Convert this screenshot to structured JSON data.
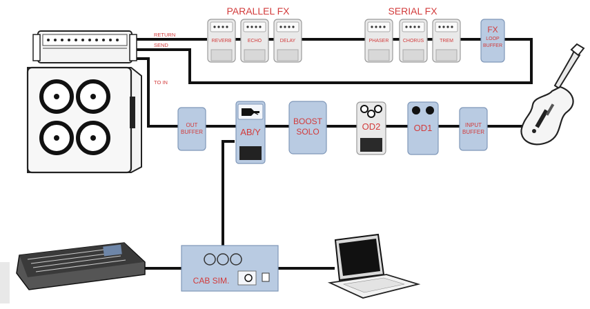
{
  "groups": {
    "parallel_title": "PARALLEL  FX",
    "serial_title": "SERIAL  FX"
  },
  "amp": {
    "return_label": "RETURN",
    "send_label": "SEND",
    "to_in_label": "TO IN"
  },
  "parallel_pedals": [
    "REVERB",
    "ECHO",
    "DELAY"
  ],
  "serial_pedals": [
    "PHASER",
    "CHORUS",
    "TREM"
  ],
  "fx_loop_buffer": {
    "line1": "FX",
    "line2": "LOOP",
    "line3": "BUFFER"
  },
  "chain": {
    "out_buffer": {
      "line1": "OUT",
      "line2": "BUFFER"
    },
    "aby": "AB/Y",
    "boost_solo": {
      "line1": "BOOST",
      "line2": "SOLO"
    },
    "od2": "OD2",
    "od1": "OD1",
    "input_buffer": {
      "line1": "INPUT",
      "line2": "BUFFER"
    }
  },
  "cab_sim": "CAB SIM.",
  "colors": {
    "label_red": "#d23a3a",
    "pedal_blue": "#b9cbe2",
    "cable": "#111111"
  }
}
